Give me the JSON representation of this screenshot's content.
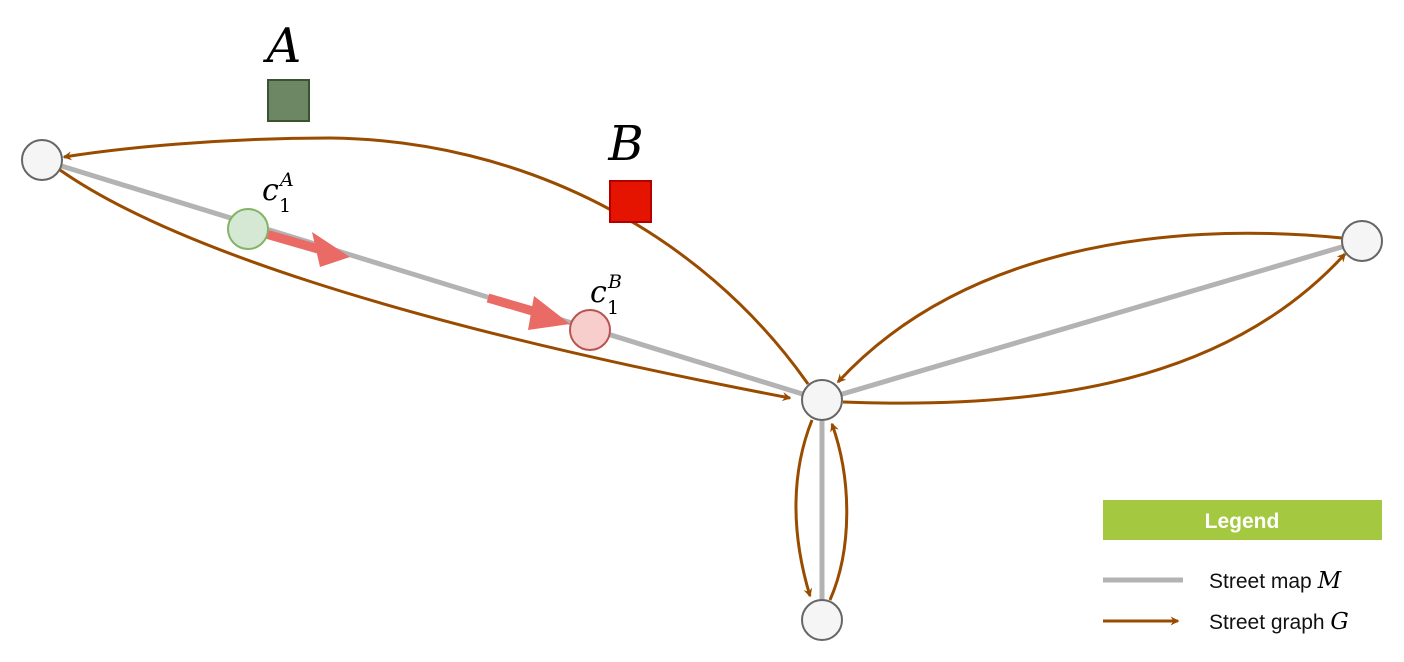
{
  "labels": {
    "agent_a": "A",
    "agent_b": "B",
    "car_a_base": "c",
    "car_a_sub": "1",
    "car_a_sup": "A",
    "car_b_base": "c",
    "car_b_sub": "1",
    "car_b_sup": "B"
  },
  "legend": {
    "title": "Legend",
    "street_map_label": "Street map",
    "street_map_symbol": "M",
    "street_graph_label": "Street graph",
    "street_graph_symbol": "G"
  },
  "colors": {
    "street_map": "#b3b3b3",
    "street_graph": "#994c00",
    "movement_arrow": "#ea6b66",
    "node_fill": "#f5f5f5",
    "node_stroke": "#666666",
    "agent_a": "#6d8764",
    "agent_b": "#e51400",
    "car_a_fill": "#d5e8d4",
    "car_a_stroke": "#82b366",
    "car_b_fill": "#f8cecc",
    "car_b_stroke": "#b85450",
    "legend_header": "#a4c940"
  },
  "icons": {
    "street_map": "gray-line",
    "street_graph": "brown-arrow"
  }
}
